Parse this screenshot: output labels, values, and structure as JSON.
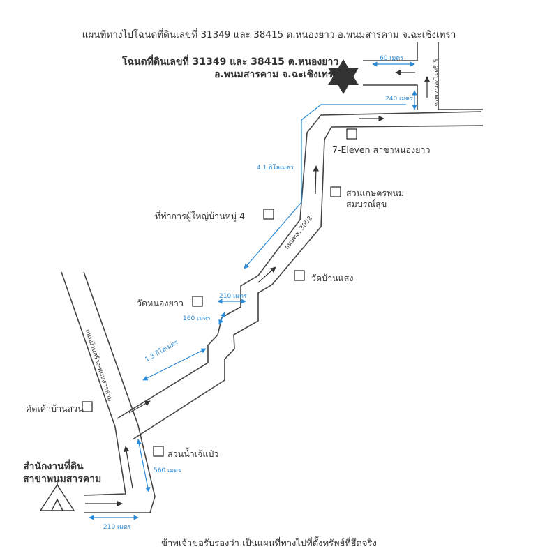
{
  "title": "แผนที่ทางไปโฉนดที่ดินเลขที่ 31349 และ 38415 ต.หนองยาว อ.พนมสารคาม จ.ฉะเชิงเทรา",
  "destination": {
    "line1": "โฉนดที่ดินเลขที่ 31349 และ 38415 ต.หนองยาว",
    "line2": "อ.พนมสารคาม จ.ฉะเชิงเทรา"
  },
  "office": {
    "line1": "สำนักงานที่ดิน",
    "line2": "สาขาพนมสารคาม"
  },
  "landmarks": {
    "seven_eleven": "7-Eleven สาขาหนองยาว",
    "garden_1": "สวนเกษตรพนม",
    "garden_2": "สมบรณ์สุข",
    "village_head": "ที่ทำการผู้ใหญ่บ้านหมู่ 4",
    "wat_ban_saeng": "วัดบ้านแสง",
    "wat_nong_yao": "วัดหนองยาว",
    "checkpoint": "คัดเค้าบ้านสวน",
    "lime_garden": "สวนน้ำเจ้แป๋ว"
  },
  "roads": {
    "route_3002": "ถนนทล. 3002",
    "main_road": "ถนนบ้านสร้าง-พนมสารคาม",
    "soi": "ซอยหนองไผ่ศรี 5"
  },
  "distances": {
    "d60": "60 เมตร",
    "d240": "240 เมตร",
    "d41km": "4.1 กิโลเมตร",
    "d210a": "210 เมตร",
    "d160": "160 เมตร",
    "d13km": "1.3 กิโลเมตร",
    "d560": "560 เมตร",
    "d210b": "210 เมตร"
  },
  "footer": "ข้าพเจ้าขอรับรองว่า เป็นแผนที่ทางไปที่ตั้งทรัพย์ที่ยึดจริง",
  "colors": {
    "road": "#444444",
    "distance": "#2a8ad6",
    "marker": "#333333"
  }
}
